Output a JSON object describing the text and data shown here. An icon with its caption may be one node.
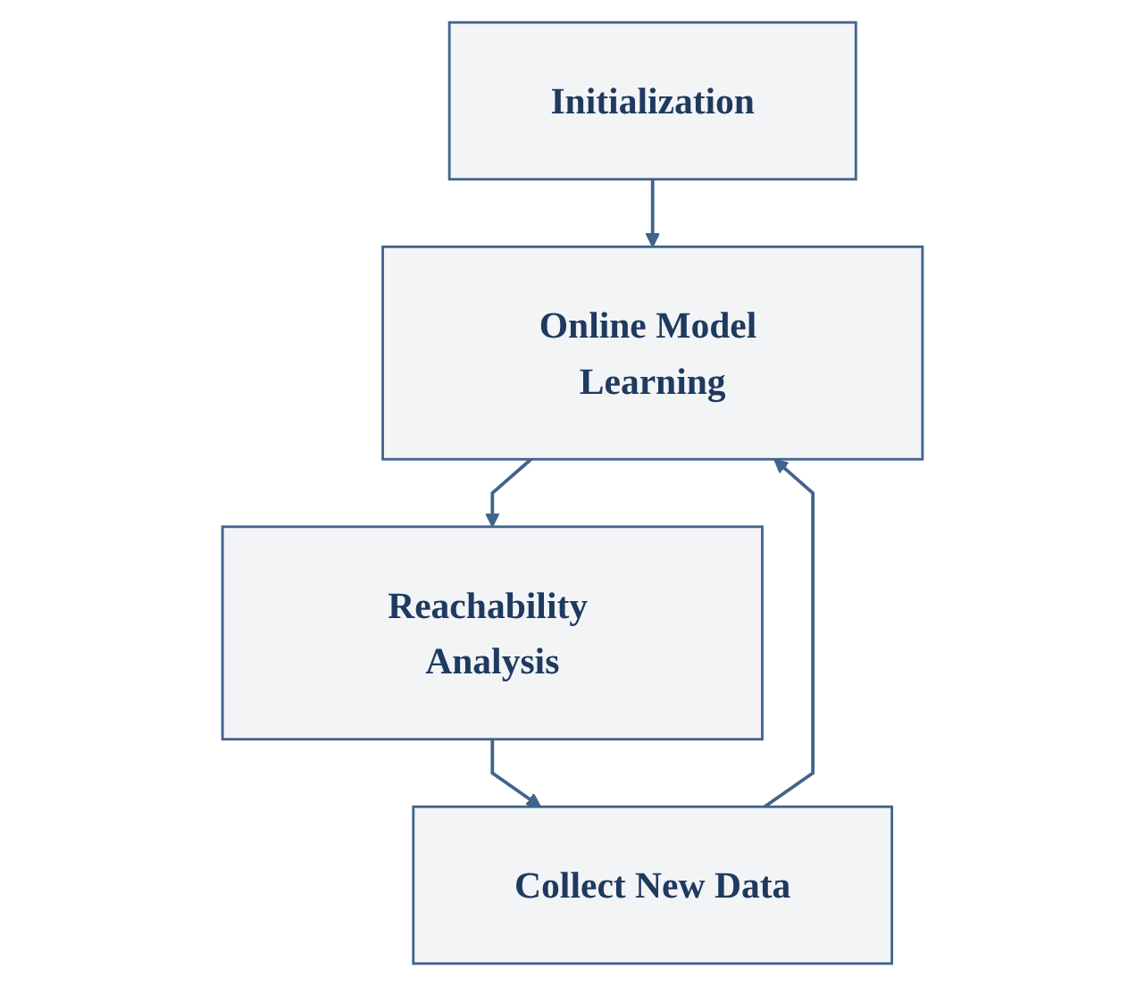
{
  "diagram": {
    "nodes": [
      {
        "text": [
          "Initialization"
        ]
      },
      {
        "text": [
          "Online Model Learning"
        ]
      },
      {
        "text": [
          "Reachability Analysis"
        ]
      },
      {
        "text": [
          "Collect New Data"
        ]
      }
    ],
    "edges": [
      {
        "from": 0,
        "to": 1,
        "arrow": "to"
      },
      {
        "from": 1,
        "to": 2,
        "arrow": "to"
      },
      {
        "from": 2,
        "to": 3,
        "arrow": "to"
      },
      {
        "from": 3,
        "to": 1,
        "arrow": "to"
      }
    ]
  }
}
